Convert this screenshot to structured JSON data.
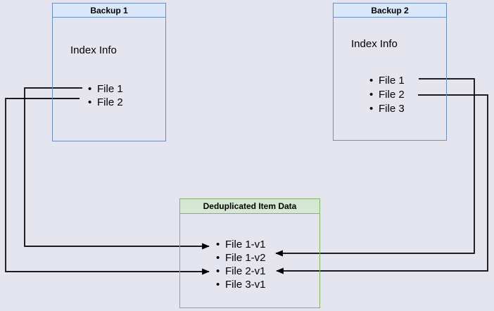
{
  "diagram": {
    "boxes": {
      "backup1": {
        "title": "Backup 1",
        "subtitle": "Index Info",
        "items": [
          "File 1",
          "File 2"
        ]
      },
      "backup2": {
        "title": "Backup 2",
        "subtitle": "Index Info",
        "items": [
          "File 1",
          "File 2",
          "File 3"
        ]
      },
      "dedup": {
        "title": "Deduplicated Item Data",
        "items": [
          "File 1-v1",
          "File 1-v2",
          "File 2-v1",
          "File 3-v1"
        ]
      }
    },
    "connections": [
      {
        "from": "Backup 1 / File 1",
        "to": "Deduplicated Item Data / File 1-v1"
      },
      {
        "from": "Backup 1 / File 2",
        "to": "Deduplicated Item Data / File 2-v1"
      },
      {
        "from": "Backup 2 / File 1",
        "to": "Deduplicated Item Data / File 1-v2"
      },
      {
        "from": "Backup 2 / File 2",
        "to": "Deduplicated Item Data / File 2-v1"
      }
    ],
    "colors": {
      "page_background": "#e5e5ef",
      "blue_header_fill": "#dae8fc",
      "blue_border": "#6c8ebf",
      "green_header_fill": "#d5e8d4",
      "green_border": "#82b366",
      "arrow": "#000000",
      "text": "#000000"
    }
  }
}
